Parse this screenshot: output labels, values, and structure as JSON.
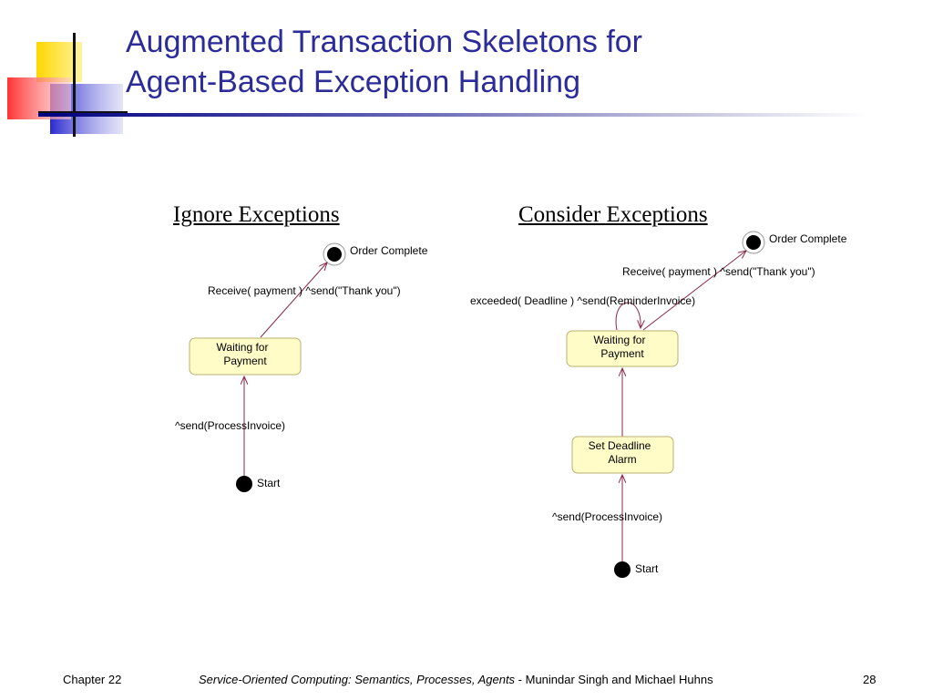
{
  "slide": {
    "title_line1": "Augmented Transaction Skeletons for",
    "title_line2": "Agent-Based Exception Handling",
    "accent_color": "#2b2b99"
  },
  "left_diagram": {
    "heading": "Ignore Exceptions",
    "final_state_label": "Order Complete",
    "transition_complete": "Receive( payment ) ^send(\"Thank you\")",
    "state_waiting": [
      "Waiting for",
      "Payment"
    ],
    "transition_start": "^send(ProcessInvoice)",
    "start_label": "Start"
  },
  "right_diagram": {
    "heading": "Consider Exceptions",
    "final_state_label": "Order Complete",
    "transition_complete": "Receive( payment ) ^send(\"Thank you\")",
    "self_transition": "exceeded( Deadline ) ^send(ReminderInvoice)",
    "state_waiting": [
      "Waiting for",
      "Payment"
    ],
    "state_deadline": [
      "Set Deadline",
      "Alarm"
    ],
    "transition_start": "^send(ProcessInvoice)",
    "start_label": "Start"
  },
  "footer": {
    "chapter": "Chapter 22",
    "book_title": "Service-Oriented Computing: Semantics, Processes, Agents",
    "authors": " - Munindar Singh and Michael Huhns",
    "page_number": "28"
  }
}
